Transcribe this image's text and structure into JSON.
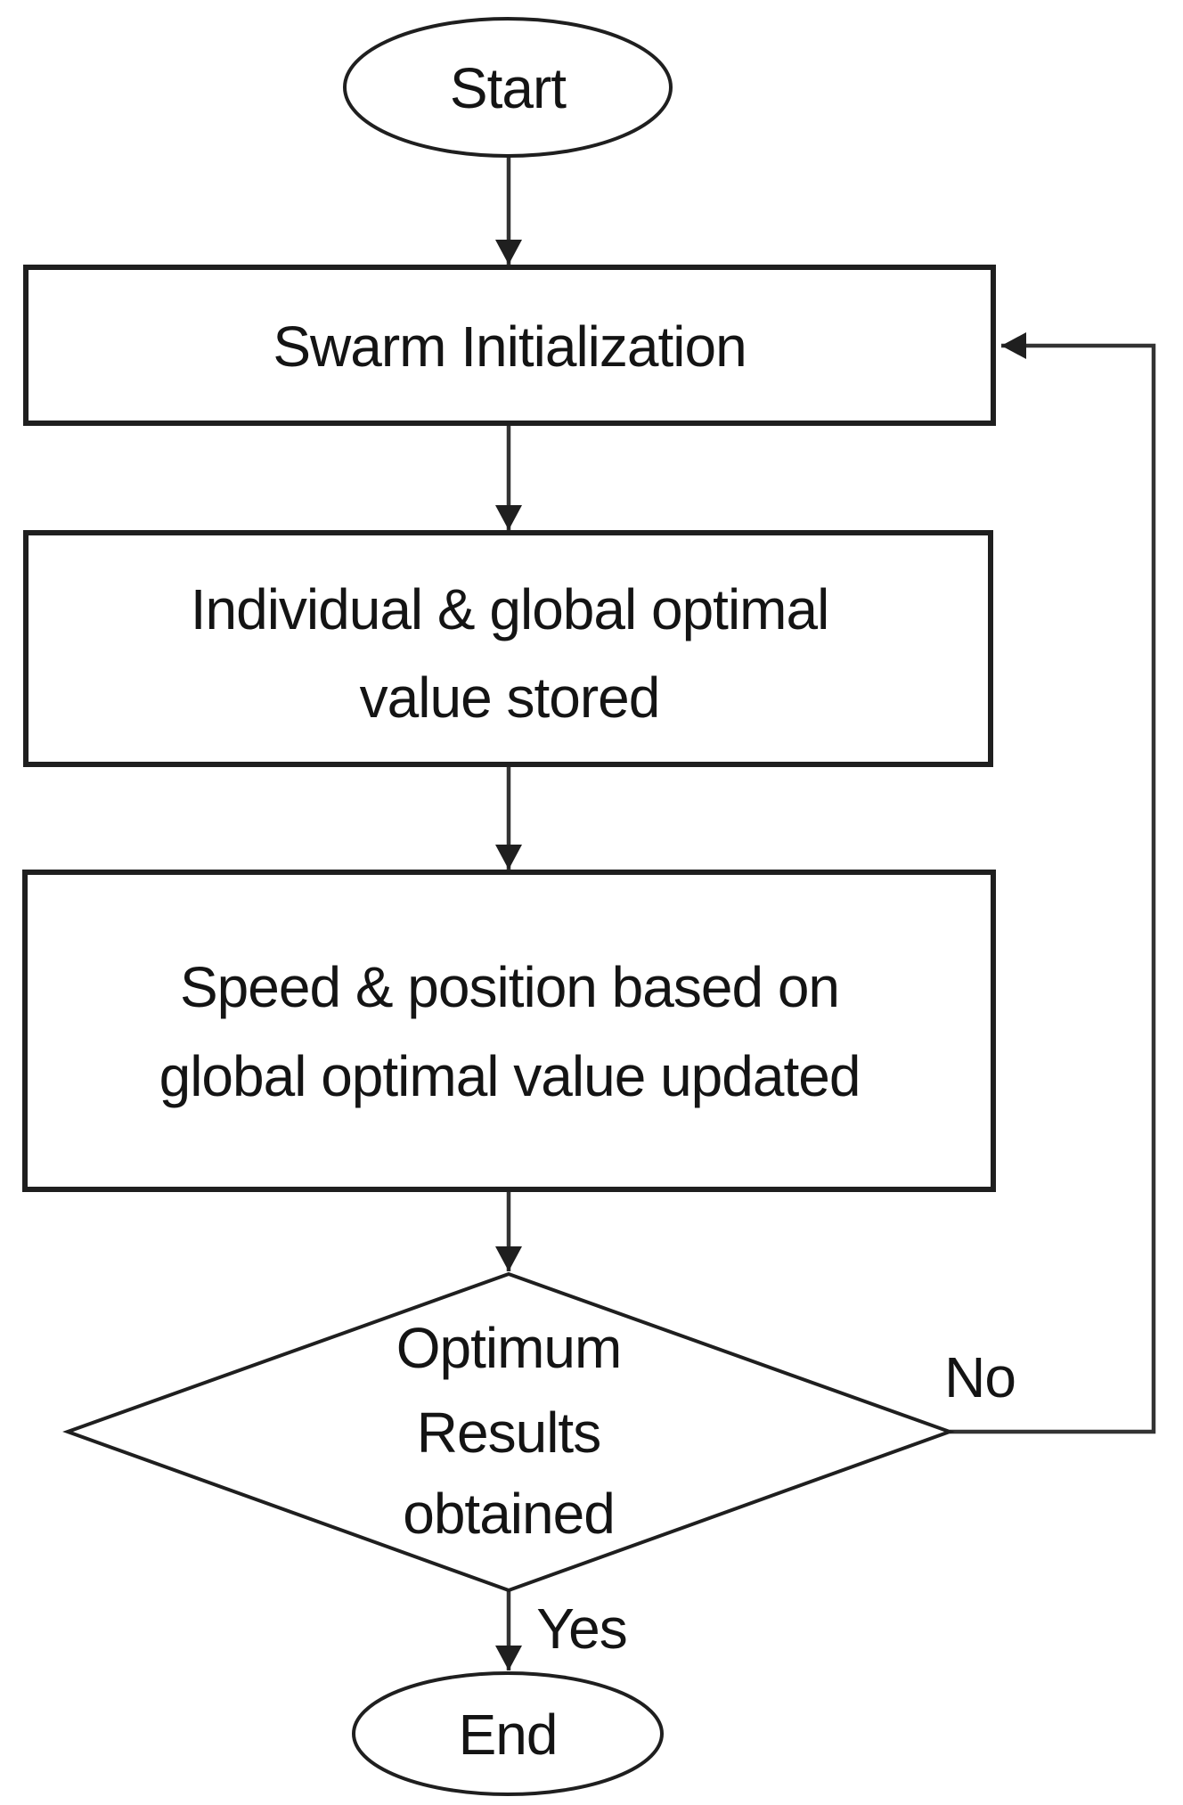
{
  "diagram": {
    "title_semantic": "PSO algorithm flowchart",
    "colors": {
      "background": "#ffffff",
      "shape_stroke": "#1f1f1f",
      "edge_stroke": "#333333",
      "text": "#141414"
    },
    "nodes": {
      "start": {
        "label": "Start"
      },
      "swarm_initialization": {
        "label": "Swarm Initialization"
      },
      "store_optimal": {
        "line1": "Individual & global optimal",
        "line2": "value stored"
      },
      "update_speed_position": {
        "line1": "Speed & position based on",
        "line2": "global optimal value updated"
      },
      "decision": {
        "line1": "Optimum",
        "line2": "Results",
        "line3": "obtained"
      },
      "end": {
        "label": "End"
      }
    },
    "edges": {
      "no_label": "No",
      "yes_label": "Yes"
    }
  }
}
